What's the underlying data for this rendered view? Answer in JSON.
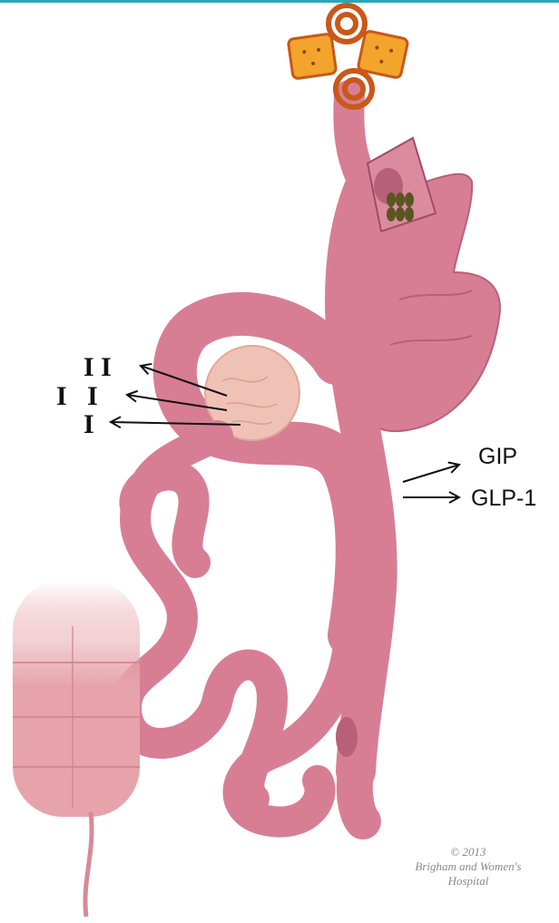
{
  "colors": {
    "top_rule": "#2aa8b8",
    "tissue": "#d77e95",
    "tissue_dark": "#b8607a",
    "tissue_light": "#ecaabb",
    "colon": "#e7a3ab",
    "pancreas": "#f0c2b6",
    "cracker": "#f2a42c",
    "cracker_edge": "#c9581a",
    "pill": "#5a5522"
  },
  "icons": {
    "crackers": "cracker-icon",
    "pretzels": "pretzel-icon",
    "staples": "staple-icon"
  },
  "labels": {
    "insulin_row1": "I I",
    "insulin_row2": "I   I",
    "insulin_row3": "I",
    "gip": "GIP",
    "glp1": "GLP-1"
  },
  "credit": {
    "line1": "© 2013",
    "line2": "Brigham and Women's",
    "line3": "Hospital"
  }
}
